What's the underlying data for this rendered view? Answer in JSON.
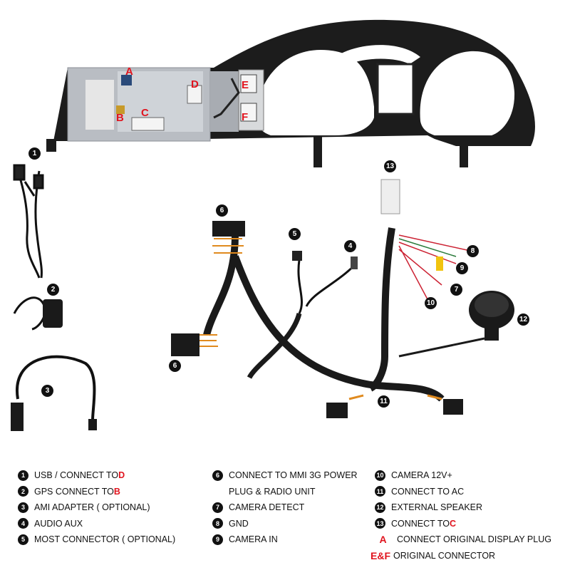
{
  "figure": {
    "overlay_letters": [
      "A",
      "B",
      "C",
      "D",
      "E",
      "F"
    ],
    "callouts": [
      "1",
      "2",
      "3",
      "4",
      "5",
      "6",
      "6",
      "7",
      "8",
      "9",
      "10",
      "11",
      "12",
      "13"
    ],
    "colors": {
      "accent_red": "#e0141e",
      "harness": "#1a1a1a",
      "wire_orange": "#e08a1e"
    }
  },
  "legend": {
    "col1": [
      {
        "num": "1",
        "text": "USB  / CONNECT TO ",
        "ref": "D"
      },
      {
        "num": "2",
        "text": "GPS CONNECT TO ",
        "ref": "B"
      },
      {
        "num": "3",
        "text": "AMI ADAPTER ( OPTIONAL)",
        "ref": ""
      },
      {
        "num": "4",
        "text": "AUDIO AUX",
        "ref": ""
      },
      {
        "num": "5",
        "text": "MOST CONNECTOR ( OPTIONAL)",
        "ref": ""
      }
    ],
    "col2": [
      {
        "num": "6",
        "text": "CONNECT TO MMI 3G POWER"
      },
      {
        "num": "",
        "text": "PLUG & RADIO UNIT"
      },
      {
        "num": "7",
        "text": "CAMERA DETECT"
      },
      {
        "num": "8",
        "text": "GND"
      },
      {
        "num": "9",
        "text": "CAMERA IN"
      }
    ],
    "col3": [
      {
        "num": "10",
        "text": "CAMERA 12V+",
        "ref": ""
      },
      {
        "num": "11",
        "text": "CONNECT TO AC",
        "ref": ""
      },
      {
        "num": "12",
        "text": "EXTERNAL SPEAKER",
        "ref": ""
      },
      {
        "num": "13",
        "text": "CONNECT TO  ",
        "ref": "C"
      }
    ],
    "letters": [
      {
        "letter": "A",
        "text": "CONNECT ORIGINAL DISPLAY PLUG"
      },
      {
        "letter": "E&F",
        "text": "ORIGINAL CONNECTOR"
      }
    ]
  }
}
